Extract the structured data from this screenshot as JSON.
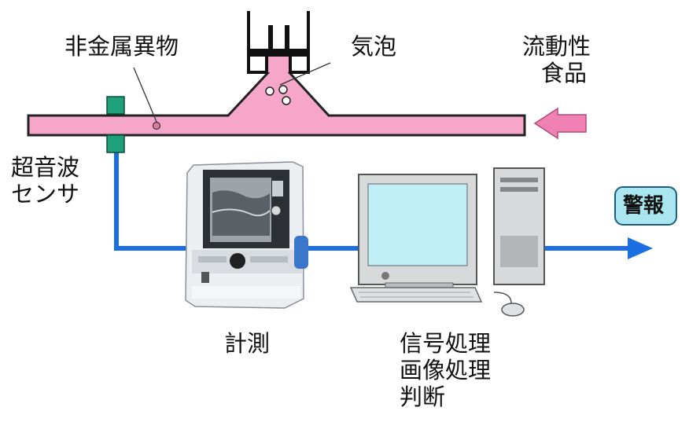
{
  "labels": {
    "foreign_object": "非金属異物",
    "bubble": "気泡",
    "fluid_food": [
      "流動性",
      "食品"
    ],
    "sensor": [
      "超音波",
      "センサ"
    ],
    "measurement": "計測",
    "processing": [
      "信号処理",
      "画像処理",
      "判断"
    ],
    "alarm": "警報"
  },
  "colors": {
    "pipe": "#f6a6c9",
    "pipe_outline": "#222222",
    "sensor": "#1fa07a",
    "signal_line": "#1b6fe0",
    "alarm_box": "#a9e6f0",
    "flow_arrow": "#f081b3"
  },
  "icons": {
    "flow_arrow": "left-arrow-icon",
    "device": "ultrasonic-scanner-icon",
    "computer": "desktop-computer-icon",
    "output_arrow": "right-arrow-icon"
  }
}
